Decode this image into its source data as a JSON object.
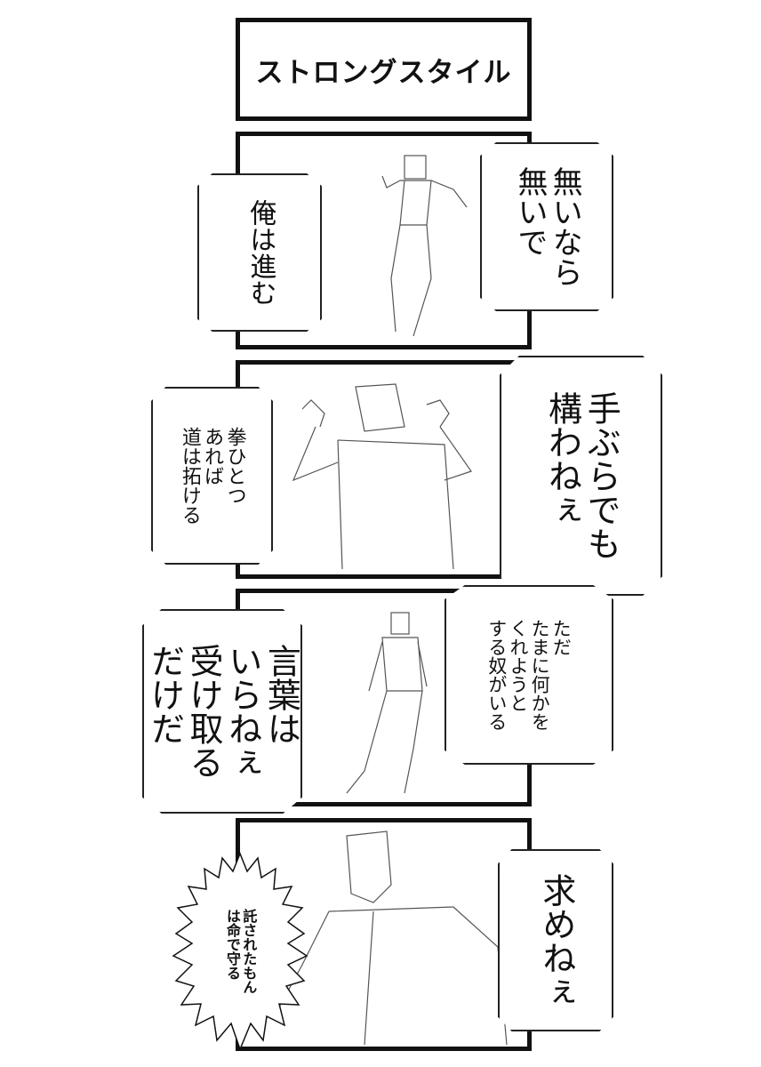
{
  "title": "ストロングスタイル",
  "panels": [
    {
      "left": [
        "俺は進む"
      ],
      "right": [
        "無いなら",
        "無いで"
      ]
    },
    {
      "left": [
        "拳ひとつ",
        "あれば",
        "道は拓ける"
      ],
      "right": [
        "手ぶらでも",
        "構わねぇ"
      ]
    },
    {
      "left": [
        "言葉は",
        "いらねぇ",
        "受け取る",
        "だけだ"
      ],
      "right": [
        "ただ",
        "たまに何かを",
        "くれようと",
        "する奴がいる"
      ]
    },
    {
      "burst": [
        "託されたもん",
        "は命で守る"
      ],
      "right": [
        "求めねぇ"
      ]
    }
  ]
}
